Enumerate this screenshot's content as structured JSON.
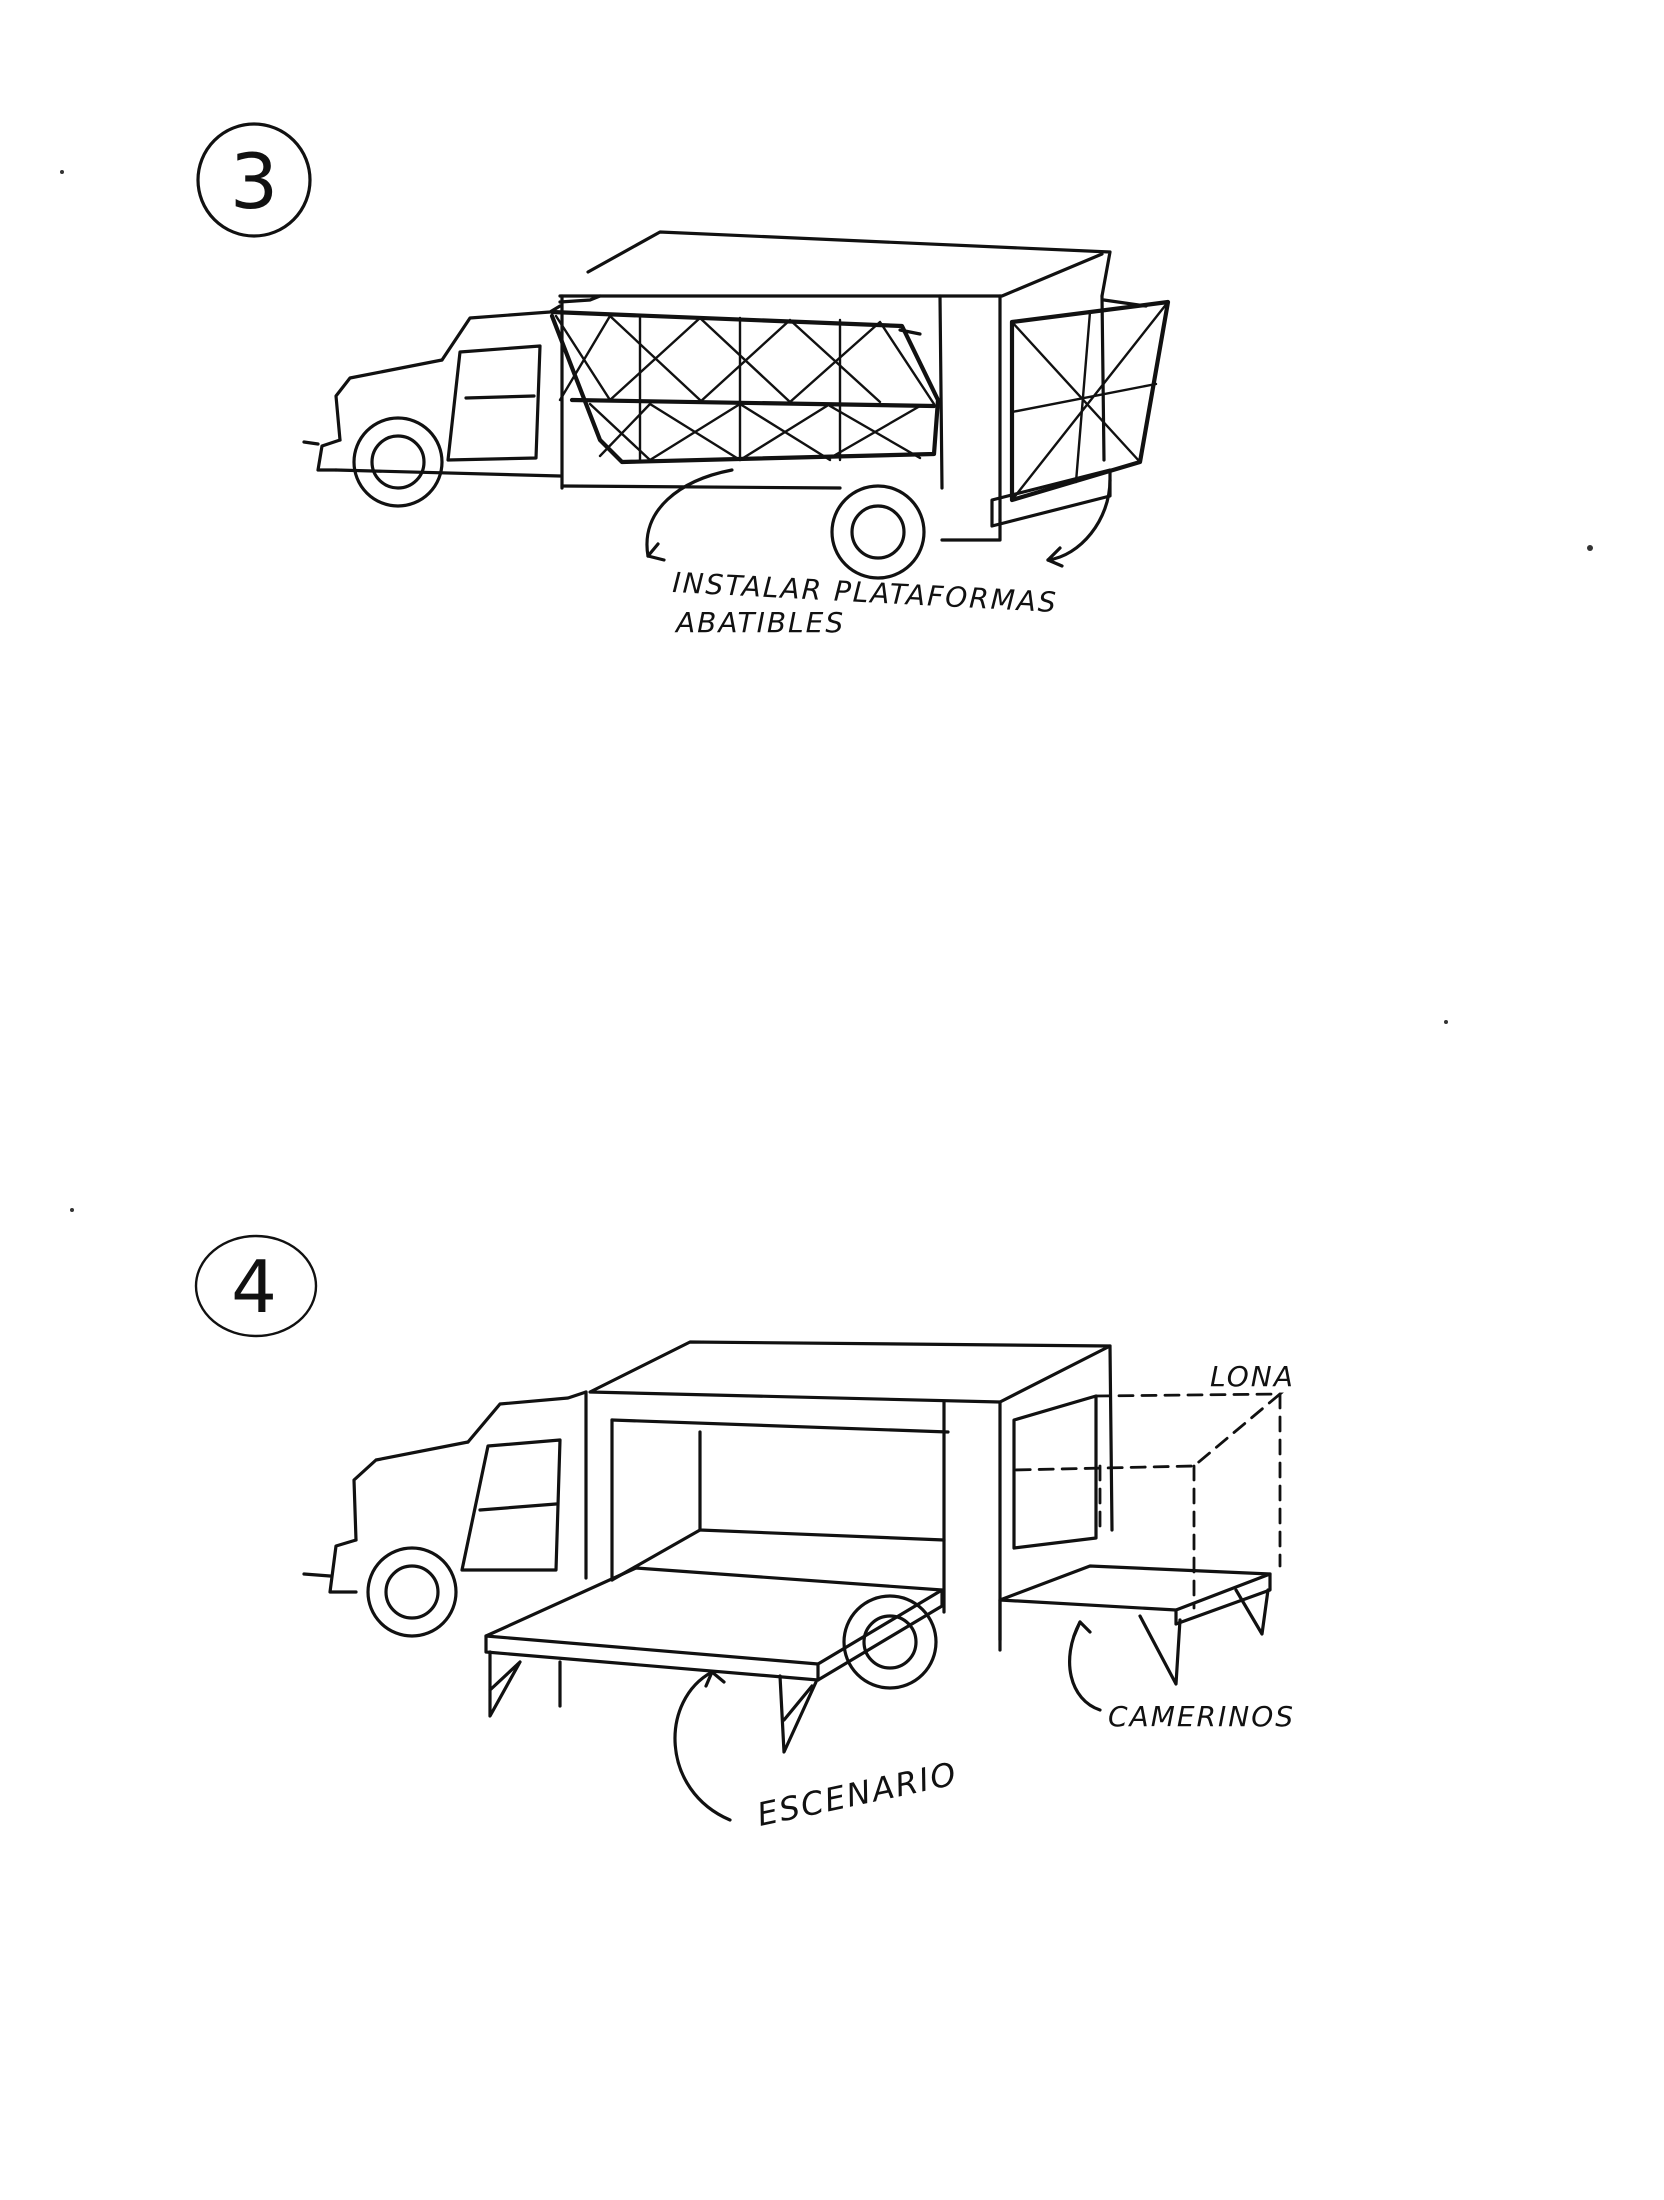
{
  "steps": [
    {
      "number": "3",
      "labels": {
        "platforms_line1": "INSTALAR PLATAFORMAS",
        "platforms_line2": "ABATIBLES"
      }
    },
    {
      "number": "4",
      "labels": {
        "canvas": "LONA",
        "stage": "ESCENARIO",
        "dressing_rooms": "CAMERINOS"
      }
    }
  ]
}
